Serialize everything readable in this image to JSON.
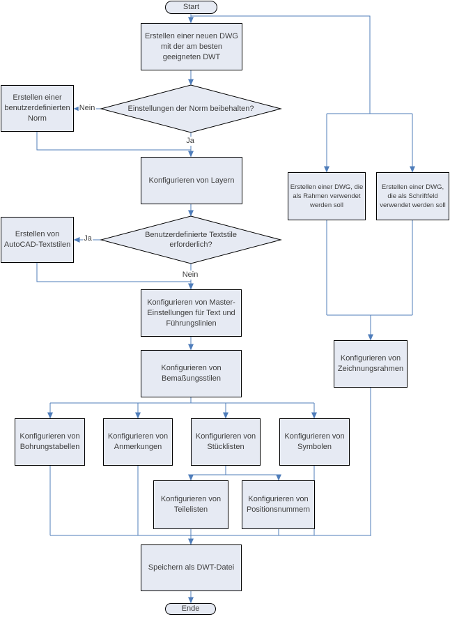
{
  "colors": {
    "node_fill": "#e6eaf3",
    "node_border": "#000000",
    "connector": "#4f7dba",
    "text": "#3d3d3d"
  },
  "nodes": {
    "start": {
      "label": "Start"
    },
    "create_dwg": {
      "label": "Erstellen einer neuen DWG mit der am besten geeigneten DWT"
    },
    "decision_norm": {
      "label": "Einstellungen der Norm beibehalten?"
    },
    "custom_norm": {
      "label": "Erstellen einer benutzerdefinierten Norm"
    },
    "layers": {
      "label": "Konfigurieren von Layern"
    },
    "decision_textstyles": {
      "label": "Benutzerdefinierte Textstile erforderlich?"
    },
    "autocad_textstyles": {
      "label": "Erstellen von AutoCAD-Textstilen"
    },
    "master_text": {
      "label": "Konfigurieren von Master-Einstellungen für Text und Führungslinien"
    },
    "dimension_styles": {
      "label": "Konfigurieren von Bemaßungsstilen"
    },
    "hole_tables": {
      "label": "Konfigurieren von Bohrungstabellen"
    },
    "annotations": {
      "label": "Konfigurieren von Anmerkungen"
    },
    "parts_lists": {
      "label": "Konfigurieren von Stücklisten"
    },
    "symbols": {
      "label": "Konfigurieren von Symbolen"
    },
    "part_lists_sub": {
      "label": "Konfigurieren von Teilelisten"
    },
    "balloons": {
      "label": "Konfigurieren von Positionsnummern"
    },
    "save_dwt": {
      "label": "Speichern als DWT-Datei"
    },
    "end": {
      "label": "Ende"
    },
    "dwg_frame": {
      "label": "Erstellen einer DWG, die als Rahmen verwendet werden soll"
    },
    "dwg_titleblock": {
      "label": "Erstellen einer DWG, die als Schriftfeld verwendet werden soll"
    },
    "drawing_frames": {
      "label": "Konfigurieren von Zeichnungsrahmen"
    }
  },
  "edge_labels": {
    "norm_no": "Nein",
    "norm_yes": "Ja",
    "textstyles_yes": "Ja",
    "textstyles_no": "Nein"
  }
}
